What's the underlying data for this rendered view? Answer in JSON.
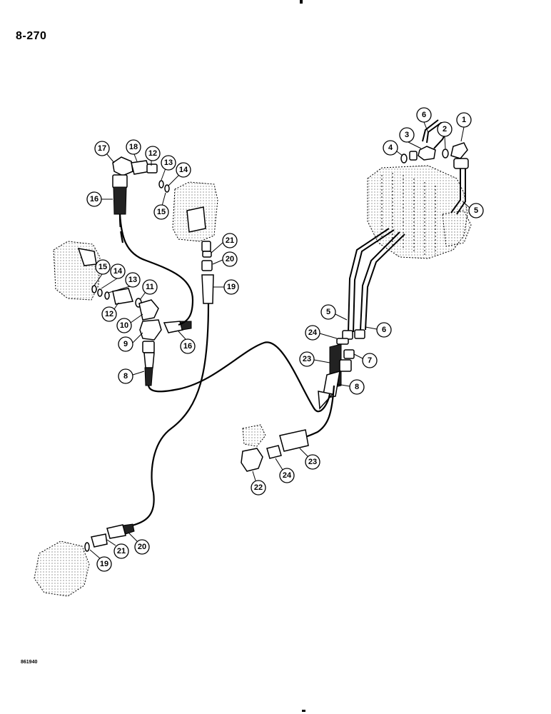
{
  "page_number": "8-270",
  "figure_code": "861940",
  "callouts": [
    {
      "id": "c1",
      "label": "1"
    },
    {
      "id": "c2",
      "label": "2"
    },
    {
      "id": "c3",
      "label": "3"
    },
    {
      "id": "c4",
      "label": "4"
    },
    {
      "id": "c5a",
      "label": "5"
    },
    {
      "id": "c5b",
      "label": "5"
    },
    {
      "id": "c6a",
      "label": "6"
    },
    {
      "id": "c6b",
      "label": "6"
    },
    {
      "id": "c7",
      "label": "7"
    },
    {
      "id": "c8a",
      "label": "8"
    },
    {
      "id": "c8b",
      "label": "8"
    },
    {
      "id": "c9",
      "label": "9"
    },
    {
      "id": "c10",
      "label": "10"
    },
    {
      "id": "c11",
      "label": "11"
    },
    {
      "id": "c12a",
      "label": "12"
    },
    {
      "id": "c12b",
      "label": "12"
    },
    {
      "id": "c13a",
      "label": "13"
    },
    {
      "id": "c13b",
      "label": "13"
    },
    {
      "id": "c14a",
      "label": "14"
    },
    {
      "id": "c14b",
      "label": "14"
    },
    {
      "id": "c15a",
      "label": "15"
    },
    {
      "id": "c15b",
      "label": "15"
    },
    {
      "id": "c16a",
      "label": "16"
    },
    {
      "id": "c16b",
      "label": "16"
    },
    {
      "id": "c17",
      "label": "17"
    },
    {
      "id": "c18",
      "label": "18"
    },
    {
      "id": "c19a",
      "label": "19"
    },
    {
      "id": "c19b",
      "label": "19"
    },
    {
      "id": "c20a",
      "label": "20"
    },
    {
      "id": "c20b",
      "label": "20"
    },
    {
      "id": "c21a",
      "label": "21"
    },
    {
      "id": "c21b",
      "label": "21"
    },
    {
      "id": "c22",
      "label": "22"
    },
    {
      "id": "c23a",
      "label": "23"
    },
    {
      "id": "c23b",
      "label": "23"
    },
    {
      "id": "c24a",
      "label": "24"
    },
    {
      "id": "c24b",
      "label": "24"
    }
  ]
}
